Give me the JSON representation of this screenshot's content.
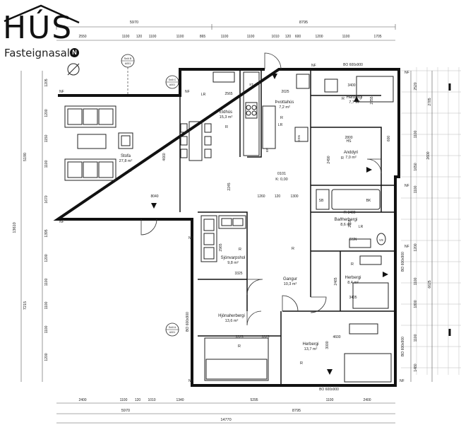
{
  "logo": {
    "main": "HÚS",
    "sub": "Fasteignasala",
    "badge": "N"
  },
  "dims_top1": [
    "5970",
    "8795"
  ],
  "dims_top2": [
    "2550",
    "1100",
    "120",
    "1100",
    "1100",
    "865",
    "1100",
    "1100",
    "1010",
    "120",
    "600",
    "1200",
    "1100",
    "1705"
  ],
  "dims_bottom1": [
    "2400",
    "1100",
    "120",
    "1010",
    "1340",
    "5295",
    "1100",
    "2400"
  ],
  "dims_bottom2": [
    "5970",
    "8795"
  ],
  "dims_bottom3": "14770",
  "dims_left_outer": [
    "5190",
    "13610",
    "7215"
  ],
  "dims_left_inner": [
    "1205",
    "1200",
    "1150",
    "1100",
    "1670",
    "1395",
    "1200",
    "1100",
    "1100",
    "1100",
    "1200"
  ],
  "dims_right_inner": [
    "2520",
    "2785",
    "1100",
    "2600",
    "1650",
    "1100",
    "1200",
    "1100",
    "1800",
    "1100",
    "1480",
    "6625"
  ],
  "section_marks": [
    {
      "label": "Snið B",
      "sheet": "A001"
    },
    {
      "label": "Snið C",
      "sheet": "A001"
    },
    {
      "label": "Snið A",
      "sheet": "A001"
    }
  ],
  "rooms": [
    {
      "name": "Stofa",
      "area": "27,8 m²"
    },
    {
      "name": "Eldhús",
      "area": "15,3 m²"
    },
    {
      "name": "Þvottahús",
      "area": "7,2 m²"
    },
    {
      "name": "Herbergi",
      "area": "7,7 m²"
    },
    {
      "name": "Anddyri",
      "area": "7,0 m²"
    },
    {
      "name": "Baðherbergi",
      "area": "8,6 m²"
    },
    {
      "name": "Sjónvarpshol",
      "area": "9,8 m²"
    },
    {
      "name": "Gangur",
      "area": "10,3 m²"
    },
    {
      "name": "Herbergi",
      "area": "8,4 m²"
    },
    {
      "name": "Hjónaherbergi",
      "area": "13,6 m²"
    },
    {
      "name": "Herbergi",
      "area": "13,7 m²"
    }
  ],
  "level": {
    "code": "0101",
    "elev": "K: 0,00"
  },
  "labels": {
    "bo_top": "BO 600x900",
    "bo_bottom": "BO 600x900",
    "bo_right1": "BO 600x900",
    "bo_right2": "BO 600x900",
    "bo_left": "BO 600x900",
    "nf": "NF",
    "r": "R",
    "lr": "LR",
    "hs": "HS",
    "sb": "SB",
    "bk": "BK",
    "gsn": "GSN",
    "vs": "VS",
    "st": "ST",
    "ep": "EP"
  },
  "inner_dims": [
    "2565",
    "2025",
    "3400",
    "2255",
    "2800",
    "600",
    "2490",
    "4660",
    "2245",
    "1260",
    "120",
    "1300",
    "3400",
    "2555",
    "8040",
    "2965",
    "3325",
    "3405",
    "2465",
    "3325",
    "4600",
    "3325",
    "3000"
  ]
}
